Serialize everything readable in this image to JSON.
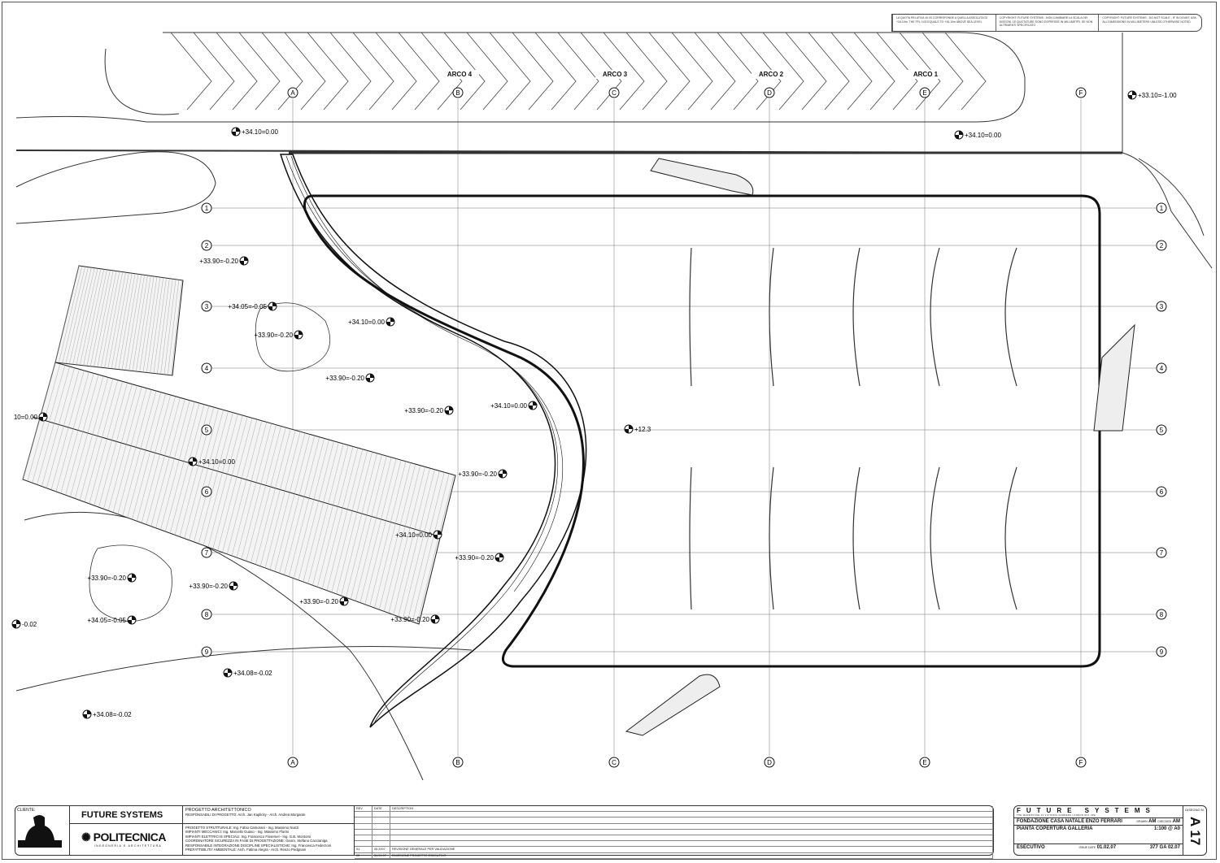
{
  "top_notes": [
    "LA QUOTA RELATIVA ±0.00 CORRISPONDE A QUELLA ASSOLUTA DI +34.10m. THE FFL 0.00 EQUALS TO +34.10m ABOVE SEA LEVEL",
    "COPYRIGHT: FUTURE SYSTEMS - NON CAMBIARE LA SCALA DEI DISEGNI. LE QUOTATURE SONO ESPRESSE IN MILLIMETRI, SE NON ALTRIMENTI SPECIFICATO",
    "COPYRIGHT: FUTURE SYSTEMS - DO NOT SCALE - IF IN DOUBT, ASK. ALL DIMENSIONS IN MILLIMETERS UNLESS OTHERWISE NOTED"
  ],
  "arches": [
    "ARCO 4",
    "ARCO 3",
    "ARCO 2",
    "ARCO 1"
  ],
  "grid_columns": [
    "A",
    "B",
    "C",
    "D",
    "E",
    "F"
  ],
  "grid_rows": [
    "1",
    "2",
    "3",
    "4",
    "5",
    "6",
    "7",
    "8",
    "9"
  ],
  "levels": [
    "+33.10=-1.00",
    "+34.10=0.00",
    "+34.10=0.00",
    "+33.90=-0.20",
    "+34.05=-0.05",
    "+33.90=-0.20",
    "+34.10=0.00",
    "+33.90=-0.20",
    "+33.90=-0.20",
    "+34.10=0.00",
    "10=0.00",
    "+12.3",
    "+34.10=0.00",
    "+33.90=-0.20",
    "+34.10=0.00",
    "+33.90=-0.20",
    "+33.90=-0.20",
    "+33.90=-0.20",
    "+33.90=-0.20",
    "+34.05=-0.05",
    "-0.02",
    "+33.90=-0.20",
    "+34.08=-0.02",
    "+34.08=-0.02"
  ],
  "title_block": {
    "client_label": "CLIENTE:",
    "client_caption": "FONDAZIONE CASA NATALE ENZO FERRARI",
    "architect": "FUTURE SYSTEMS",
    "engineer": "POLITECNICA",
    "engineer_sub": "INGEGNERIA E ARCHITETTURA",
    "project_heading": "PROGETTO ARCHITETTONICO",
    "project_lead": "RESPONSABILI DI PROGETTO: Arch. Jan Kaplicky - Arch. Andrea Morgante",
    "credits": [
      "PROGETTO STRUTTURALE: Ing. Fabio Camorani - Ing. Massimo Nunzi",
      "IMPIANTI MECCANICI: Ing. Marcello Guaso - Ing. Massimo Florini",
      "IMPIANTI ELETTRICI E SPECIALI: Ing. Francesco Fissemel - Ing. G.B. Montorsi",
      "COORDINATORE SICUREZZA IN FASE DI PROGETTAZIONE: Geom. Stefano Caccianiga",
      "RESPONSABILE INTEGRAZIONE DISCIPLINE SPECIALISTICHE: Ing. Francesca Federzoni",
      "PREFATTIBILITA' AMBIENTALE: Arch. Fatima Alegra - Arch. Renzo Pedgnani"
    ],
    "rev_headers": [
      "REV",
      "DATE",
      "DESCRIPTION"
    ],
    "revisions": [
      {
        "rev": "01",
        "date": "05 2007",
        "desc": "REVISIONE GENERALE PER VALIDAZIONE"
      },
      {
        "rev": "00",
        "date": "31.01.07",
        "desc": "EMISSIONE PROGETTO ESECUTIVO"
      }
    ],
    "fs_brand": "FUTURE SYSTEMS",
    "fs_address": "THE WAREHOUSE 20 VICTORIA GARDENS LONDON W11 3PE",
    "project_name": "FONDAZIONE CASA NATALE ENZO FERRARI",
    "drawn_label": "DRAWN",
    "drawn": "AM",
    "checked_label": "CHECKED",
    "checked": "AM",
    "drawing_title": "PIANTA COPERTURA GALLERIA",
    "scale": "1:100 @ A0",
    "stage": "ESECUTIVO",
    "issue_label": "ISSUE DATE",
    "issue_date": "01.02.07",
    "drawing_code": "377 GA 02.07",
    "drawing_no_label": "DISEGNO N.",
    "drawing_no": "A 17"
  }
}
